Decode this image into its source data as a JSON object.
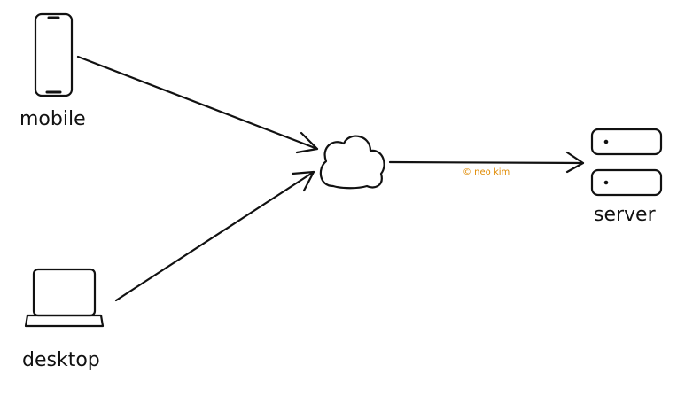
{
  "nodes": {
    "mobile": {
      "label": "mobile"
    },
    "desktop": {
      "label": "desktop"
    },
    "server": {
      "label": "server"
    },
    "cloud": {
      "label": ""
    }
  },
  "watermark": {
    "text": "© neo kim",
    "color": "#e08a00"
  },
  "colors": {
    "stroke": "#111111",
    "background": "#ffffff"
  },
  "edges": [
    {
      "from": "mobile",
      "to": "cloud",
      "arrow": "end"
    },
    {
      "from": "desktop",
      "to": "cloud",
      "arrow": "end"
    },
    {
      "from": "cloud",
      "to": "server",
      "arrow": "end"
    }
  ]
}
